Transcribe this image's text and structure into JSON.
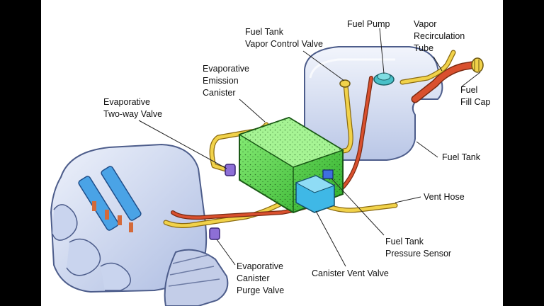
{
  "labels": {
    "fuel_tank_vapor_control_valve": [
      "Fuel Tank",
      "Vapor Control Valve"
    ],
    "fuel_pump": [
      "Fuel Pump"
    ],
    "vapor_recirculation_tube": [
      "Vapor",
      "Recirculation",
      "Tube"
    ],
    "evaporative_emission_canister": [
      "Evaporative",
      "Emission",
      "Canister"
    ],
    "evaporative_two_way_valve": [
      "Evaporative",
      "Two-way Valve"
    ],
    "fuel_fill_cap": [
      "Fuel",
      "Fill Cap"
    ],
    "fuel_tank": [
      "Fuel Tank"
    ],
    "vent_hose": [
      "Vent Hose"
    ],
    "fuel_tank_pressure_sensor": [
      "Fuel Tank",
      "Pressure Sensor"
    ],
    "canister_vent_valve": [
      "Canister Vent Valve"
    ],
    "evaporative_canister_purge_valve": [
      "Evaporative",
      "Canister",
      "Purge Valve"
    ]
  },
  "colors": {
    "tank": "#dfe6f7",
    "tank_edge": "#5a6b98",
    "engine": "#d9e3f6",
    "canister": "#55d64a",
    "valve": "#8d6fd6",
    "vent_box": "#3fb8e6",
    "yellow_hose": "#f1d24a",
    "red_hose": "#d9502e"
  }
}
